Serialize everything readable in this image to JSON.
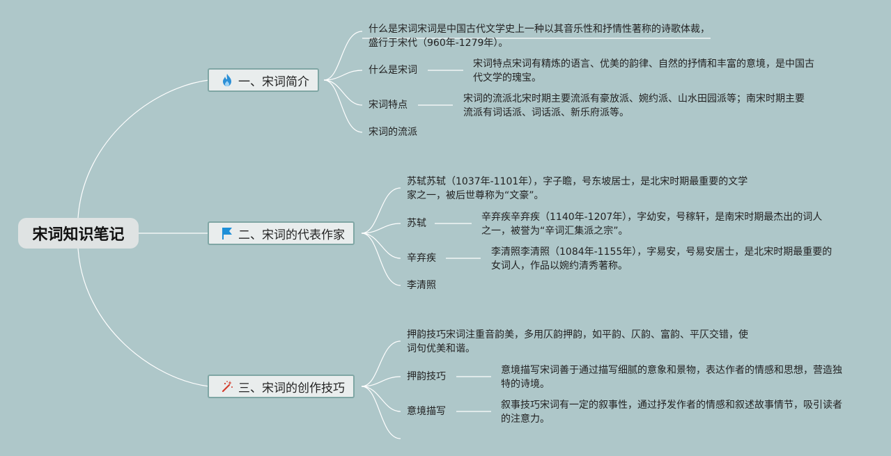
{
  "root": {
    "title": "宋词知识笔记"
  },
  "branches": [
    {
      "label": "一、宋词简介",
      "icon": "fire-icon",
      "items": [
        "什么是宋词",
        "宋词特点",
        "宋词的流派"
      ],
      "notes": [
        "什么是宋词宋词是中国古代文学史上一种以其音乐性和抒情性著称的诗歌体裁，盛行于宋代（960年-1279年）。",
        "宋词特点宋词有精炼的语言、优美的韵律、自然的抒情和丰富的意境，是中国古代文学的瑰宝。",
        "宋词的流派北宋时期主要流派有豪放派、婉约派、山水田园派等；南宋时期主要流派有词话派、词话派、新乐府派等。"
      ]
    },
    {
      "label": "二、宋词的代表作家",
      "icon": "flag-icon",
      "items": [
        "苏轼",
        "辛弃疾",
        "李清照"
      ],
      "notes": [
        "苏轼苏轼（1037年-1101年），字子瞻，号东坡居士，是北宋时期最重要的文学家之一，被后世尊称为“文豪”。",
        "辛弃疾辛弃疾（1140年-1207年），字幼安，号稼轩，是南宋时期最杰出的词人之一，被誉为“辛词汇集派之宗”。",
        "李清照李清照（1084年-1155年），字易安，号易安居士，是北宋时期最重要的女词人，作品以婉约清秀著称。"
      ]
    },
    {
      "label": "三、宋词的创作技巧",
      "icon": "magic-wand-icon",
      "items": [
        "押韵技巧",
        "意境描写"
      ],
      "notes": [
        "押韵技巧宋词注重音韵美，多用仄韵押韵，如平韵、仄韵、富韵、平仄交错，使词句优美和谐。",
        "意境描写宋词善于通过描写细腻的意象和景物，表达作者的情感和思想，营造独特的诗境。",
        "叙事技巧宋词有一定的叙事性，通过抒发作者的情感和叙述故事情节，吸引读者的注意力。"
      ]
    }
  ],
  "colors": {
    "background": "#aec7c9",
    "line": "#ffffff",
    "branch_border": "#7fa6a4",
    "fire": "#2b8fd6",
    "flag": "#1d8fd8",
    "wand": "#d33c2c"
  }
}
